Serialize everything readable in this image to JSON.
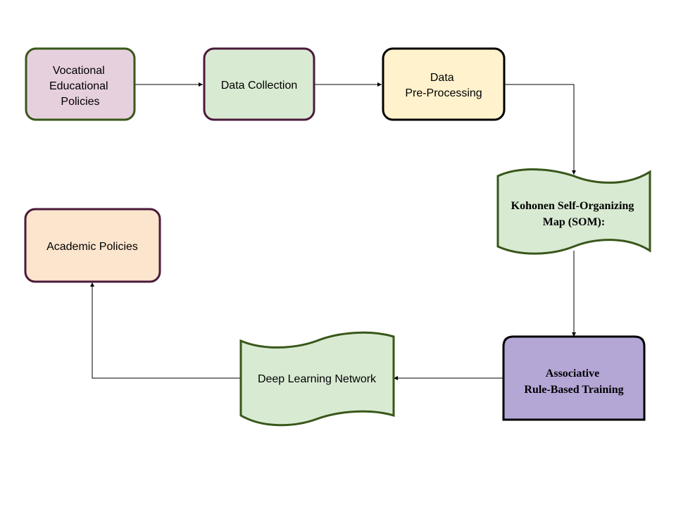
{
  "nodes": {
    "vocational": {
      "lines": [
        "Vocational",
        "Educational",
        "Policies"
      ],
      "fill": "#e6d0de",
      "stroke": "#38571a"
    },
    "collection": {
      "lines": [
        "Data Collection"
      ],
      "fill": "#d9ead3",
      "stroke": "#4a1a3a"
    },
    "preprocessing": {
      "lines": [
        "Data",
        "Pre-Processing"
      ],
      "fill": "#fff2cc",
      "stroke": "#000000"
    },
    "som": {
      "lines": [
        "Kohonen Self-Organizing",
        "Map (SOM):"
      ],
      "fill": "#d9ead3",
      "stroke": "#38571a"
    },
    "associative": {
      "lines": [
        "Associative",
        "Rule-Based Training"
      ],
      "fill": "#b4a7d6",
      "stroke": "#000000"
    },
    "deep_learning": {
      "lines": [
        "Deep Learning Network"
      ],
      "fill": "#d9ead3",
      "stroke": "#38571a"
    },
    "academic": {
      "lines": [
        "Academic Policies"
      ],
      "fill": "#fce5cd",
      "stroke": "#4a1a3a"
    }
  }
}
